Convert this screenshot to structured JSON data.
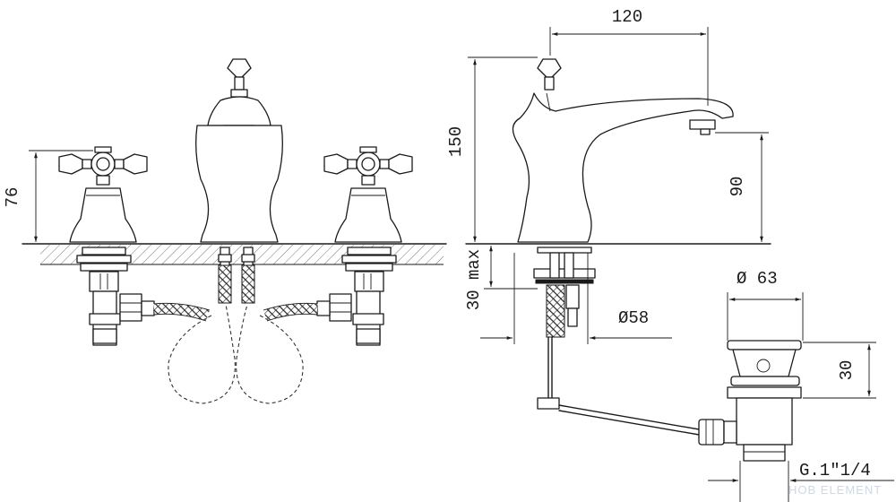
{
  "dimensions": {
    "handle_height": "76",
    "spout_width": "120",
    "total_height": "150",
    "spout_height": "90",
    "mount_thickness": "30 max",
    "base_diameter": "Ø58",
    "drain_diameter": "Ø 63",
    "drain_height": "30",
    "drain_thread": "G.1\"1/4"
  },
  "watermark": "HOB ELEMENT",
  "colors": {
    "line": "#1a1a1a",
    "background": "#ffffff"
  },
  "icons": [
    "cross-handle-icon",
    "spout-icon",
    "pop-up-drain-icon"
  ]
}
